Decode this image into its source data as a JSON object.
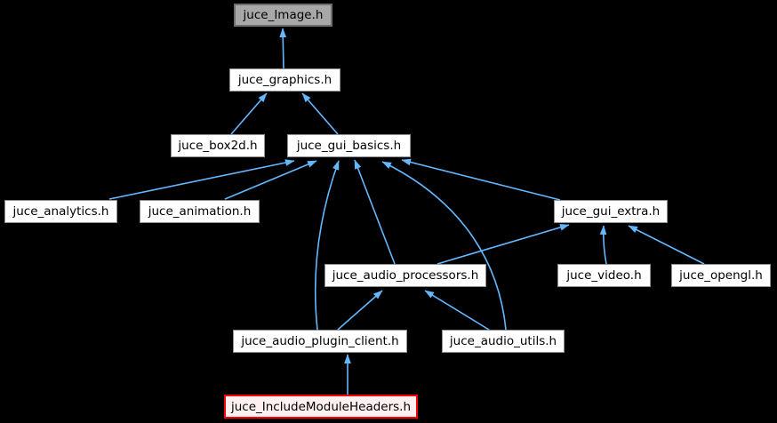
{
  "diagram": {
    "title": "juce_Image.h include dependency graph (included-by)",
    "background_color": "#000000",
    "edge_color": "#63b8ff",
    "node_fill": "#ffffff",
    "node_border": "#8f8f8f",
    "current_node_fill": "#a8a8a8",
    "current_node_border": "#6e6e6e",
    "highlight_node_fill": "#fdf0f0",
    "highlight_node_border": "#ff0000",
    "nodes": [
      {
        "label": "juce_Image.h",
        "role": "current"
      },
      {
        "label": "juce_graphics.h",
        "role": "module"
      },
      {
        "label": "juce_box2d.h",
        "role": "module"
      },
      {
        "label": "juce_gui_basics.h",
        "role": "module"
      },
      {
        "label": "juce_analytics.h",
        "role": "module"
      },
      {
        "label": "juce_animation.h",
        "role": "module"
      },
      {
        "label": "juce_gui_extra.h",
        "role": "module"
      },
      {
        "label": "juce_audio_processors.h",
        "role": "module"
      },
      {
        "label": "juce_video.h",
        "role": "module"
      },
      {
        "label": "juce_opengl.h",
        "role": "module"
      },
      {
        "label": "juce_audio_plugin_client.h",
        "role": "module"
      },
      {
        "label": "juce_audio_utils.h",
        "role": "module"
      },
      {
        "label": "juce_IncludeModuleHeaders.h",
        "role": "highlighted"
      }
    ],
    "edges": [
      {
        "from": "juce_graphics.h",
        "to": "juce_Image.h"
      },
      {
        "from": "juce_box2d.h",
        "to": "juce_graphics.h"
      },
      {
        "from": "juce_gui_basics.h",
        "to": "juce_graphics.h"
      },
      {
        "from": "juce_analytics.h",
        "to": "juce_gui_basics.h"
      },
      {
        "from": "juce_animation.h",
        "to": "juce_gui_basics.h"
      },
      {
        "from": "juce_gui_extra.h",
        "to": "juce_gui_basics.h"
      },
      {
        "from": "juce_audio_processors.h",
        "to": "juce_gui_basics.h"
      },
      {
        "from": "juce_audio_plugin_client.h",
        "to": "juce_gui_basics.h"
      },
      {
        "from": "juce_audio_utils.h",
        "to": "juce_gui_basics.h"
      },
      {
        "from": "juce_audio_processors.h",
        "to": "juce_gui_extra.h"
      },
      {
        "from": "juce_video.h",
        "to": "juce_gui_extra.h"
      },
      {
        "from": "juce_opengl.h",
        "to": "juce_gui_extra.h"
      },
      {
        "from": "juce_audio_plugin_client.h",
        "to": "juce_audio_processors.h"
      },
      {
        "from": "juce_audio_utils.h",
        "to": "juce_audio_processors.h"
      },
      {
        "from": "juce_IncludeModuleHeaders.h",
        "to": "juce_audio_plugin_client.h"
      }
    ]
  }
}
